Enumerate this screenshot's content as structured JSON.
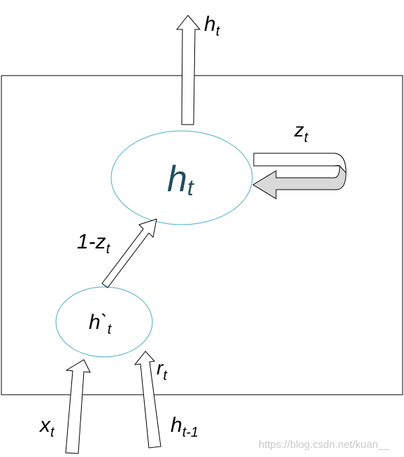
{
  "labels": {
    "h_out_base": "h",
    "h_out_sub": "t",
    "z_base": "z",
    "z_sub": "t",
    "h_main_base": "h",
    "h_main_sub": "t",
    "one_minus_z_base": "1-z",
    "one_minus_z_sub": "t",
    "h_cand_base": "h`",
    "h_cand_sub": "t",
    "r_base": "r",
    "r_sub": "t",
    "x_base": "x",
    "x_sub": "t",
    "h_prev_base": "h",
    "h_prev_sub": "t-1"
  },
  "watermark": "https://blog.csdn.net/kuan__",
  "colors": {
    "ellipse_stroke": "#4bacc6",
    "main_label": "#1f4e5f",
    "loop_fill": "#d9d9d9"
  }
}
